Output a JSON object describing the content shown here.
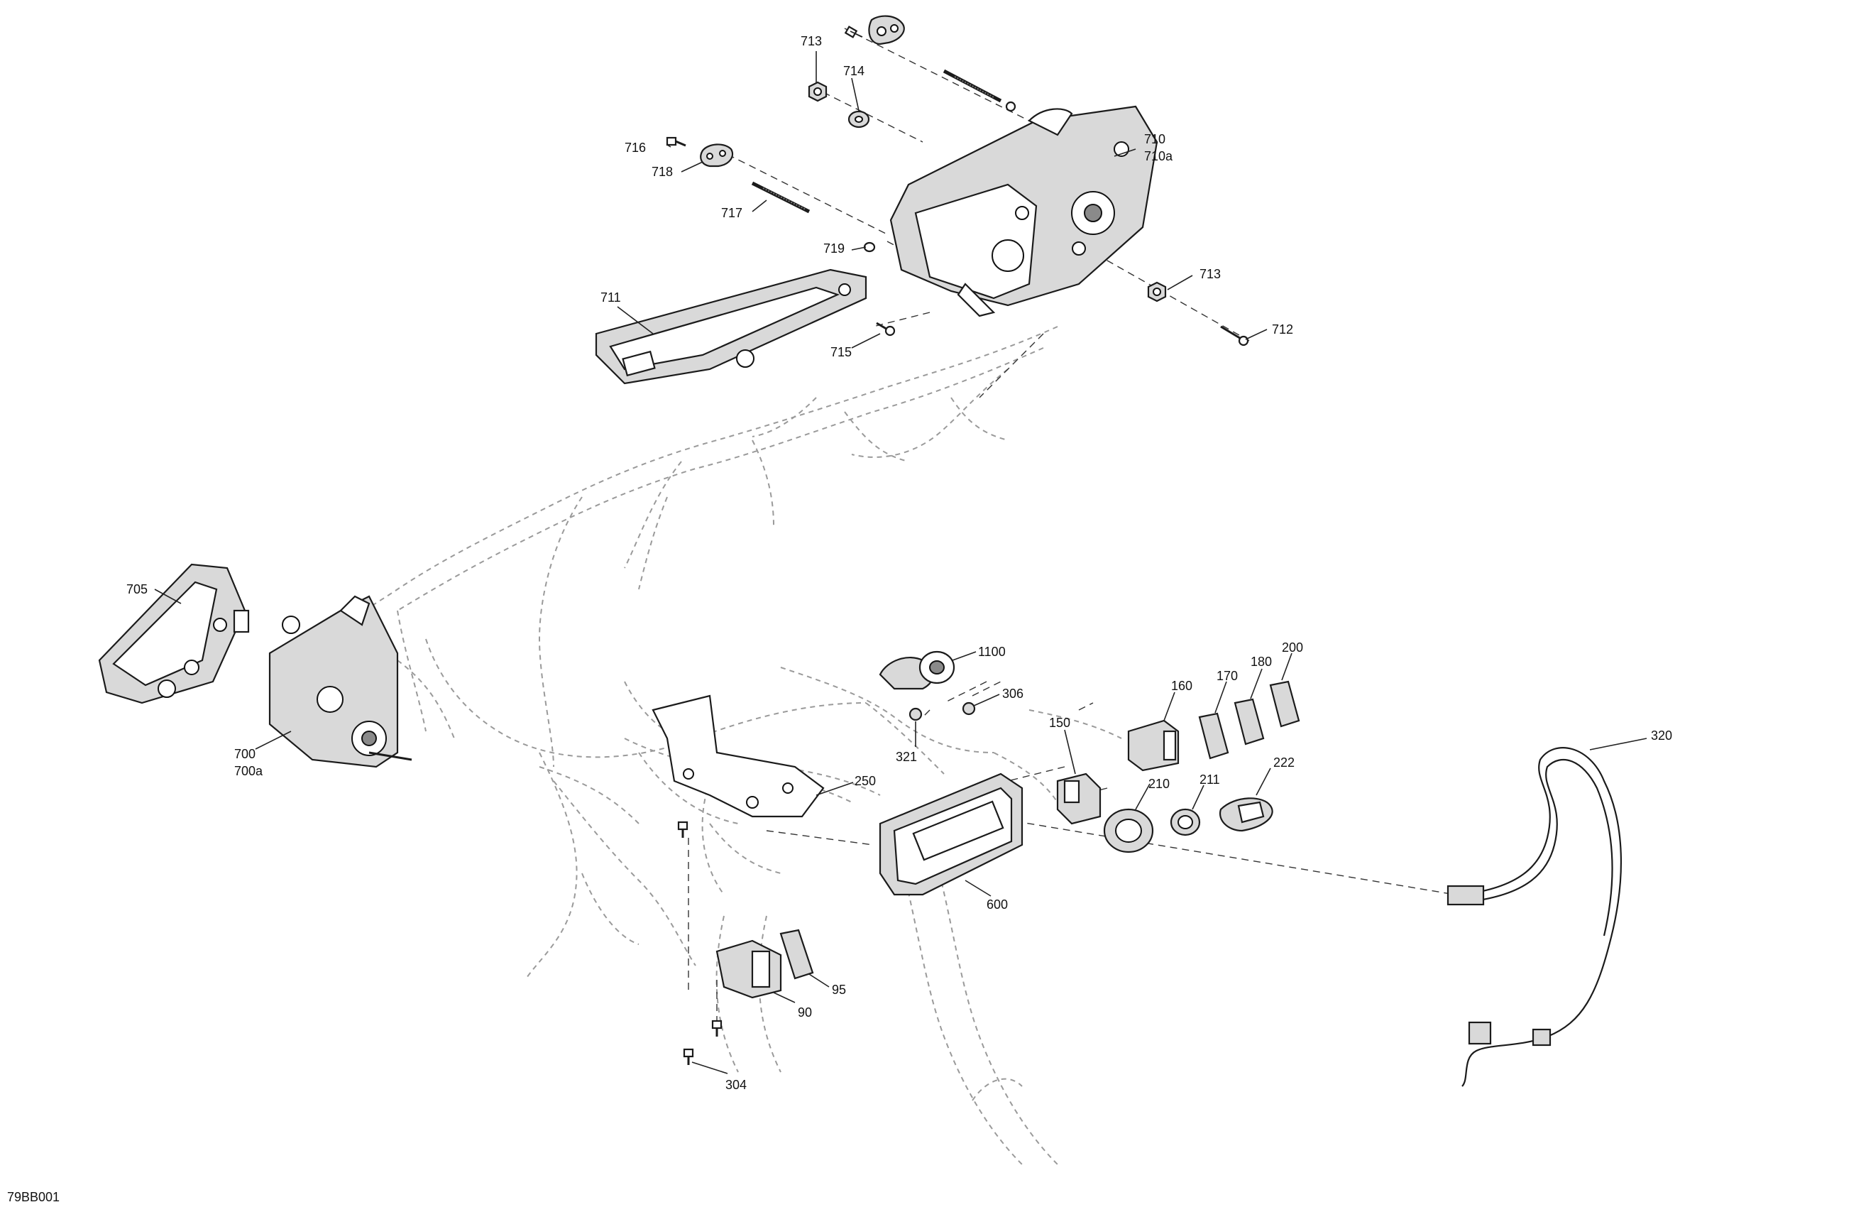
{
  "diagram": {
    "reference_code": "79BB001",
    "callouts": [
      {
        "id": "c713a",
        "text": "713"
      },
      {
        "id": "c714",
        "text": "714"
      },
      {
        "id": "c716",
        "text": "716"
      },
      {
        "id": "c718",
        "text": "718"
      },
      {
        "id": "c717",
        "text": "717"
      },
      {
        "id": "c719",
        "text": "719"
      },
      {
        "id": "c711",
        "text": "711"
      },
      {
        "id": "c715",
        "text": "715"
      },
      {
        "id": "c710",
        "text": "710"
      },
      {
        "id": "c710a",
        "text": "710a"
      },
      {
        "id": "c713b",
        "text": "713"
      },
      {
        "id": "c712",
        "text": "712"
      },
      {
        "id": "c705",
        "text": "705"
      },
      {
        "id": "c700",
        "text": "700"
      },
      {
        "id": "c700a",
        "text": "700a"
      },
      {
        "id": "c1100",
        "text": "1100"
      },
      {
        "id": "c306",
        "text": "306"
      },
      {
        "id": "c321",
        "text": "321"
      },
      {
        "id": "c250",
        "text": "250"
      },
      {
        "id": "c160",
        "text": "160"
      },
      {
        "id": "c170",
        "text": "170"
      },
      {
        "id": "c180",
        "text": "180"
      },
      {
        "id": "c200",
        "text": "200"
      },
      {
        "id": "c150",
        "text": "150"
      },
      {
        "id": "c210",
        "text": "210"
      },
      {
        "id": "c211",
        "text": "211"
      },
      {
        "id": "c222",
        "text": "222"
      },
      {
        "id": "c320",
        "text": "320"
      },
      {
        "id": "c600",
        "text": "600"
      },
      {
        "id": "c95",
        "text": "95"
      },
      {
        "id": "c90",
        "text": "90"
      },
      {
        "id": "c304",
        "text": "304"
      }
    ]
  }
}
